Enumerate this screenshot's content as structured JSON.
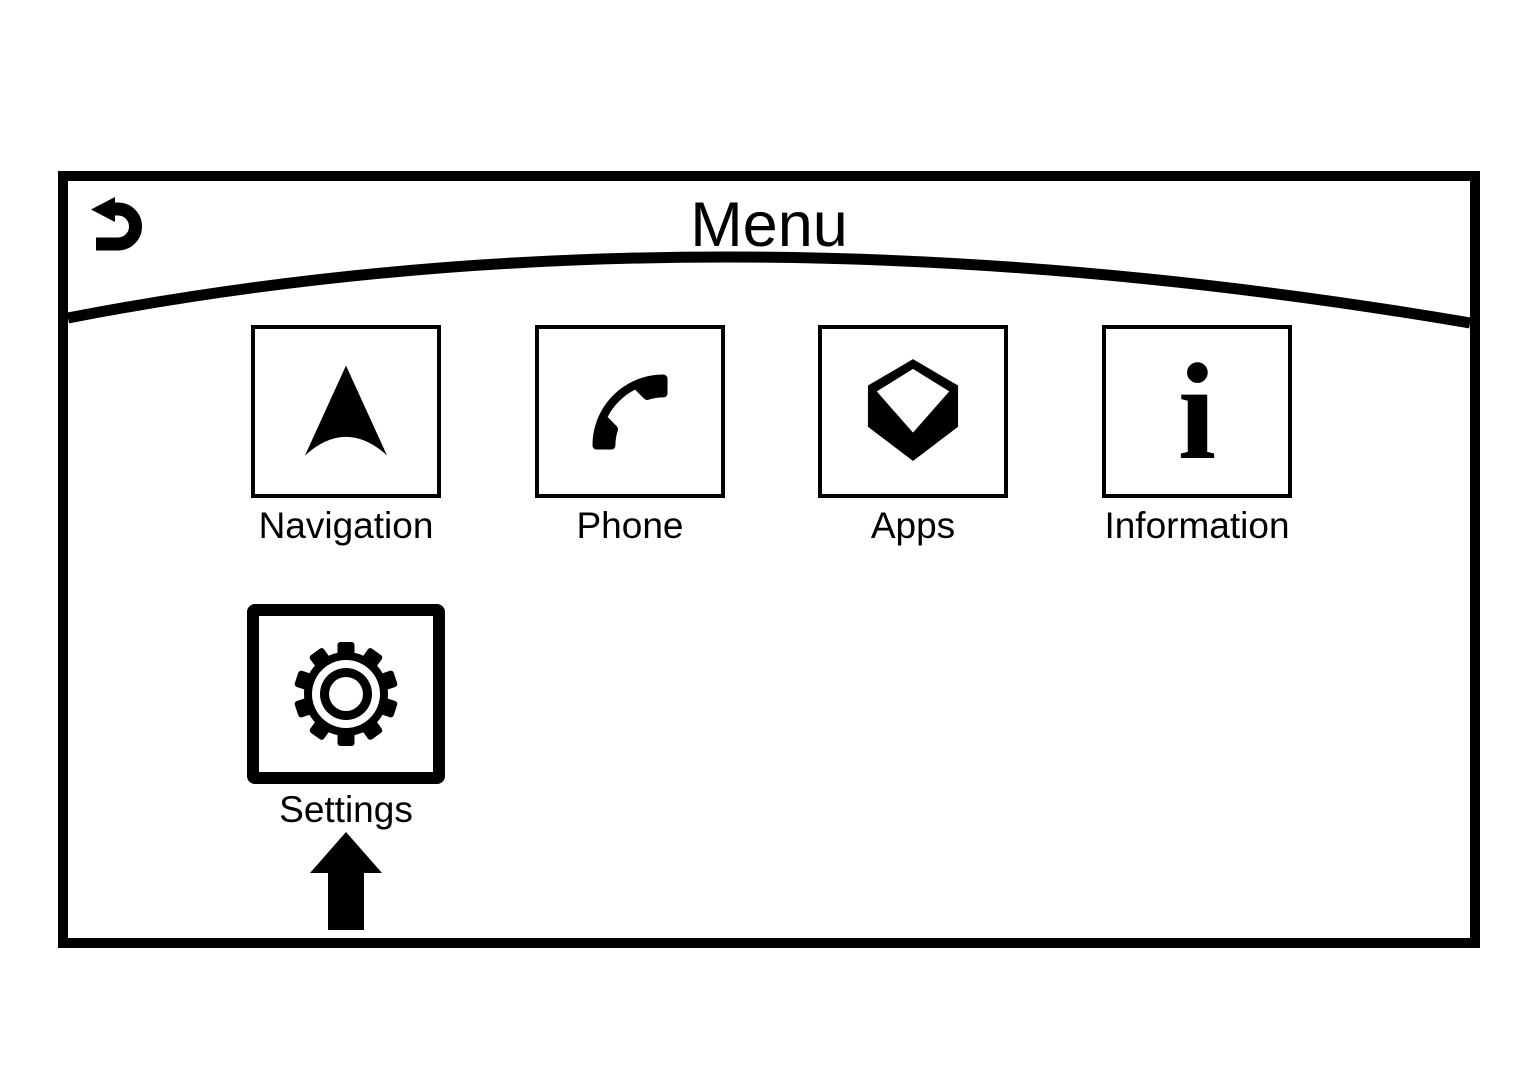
{
  "colors": {
    "ink": "#000000",
    "paper": "#ffffff"
  },
  "screen": {
    "title": "Menu",
    "back_button": {
      "icon": "back-u-turn-arrow"
    }
  },
  "menu_items": [
    {
      "id": "navigation",
      "label": "Navigation",
      "icon": "navigation-arrow-icon",
      "selected": false
    },
    {
      "id": "phone",
      "label": "Phone",
      "icon": "phone-handset-icon",
      "selected": false
    },
    {
      "id": "apps",
      "label": "Apps",
      "icon": "apps-cube-icon",
      "selected": false
    },
    {
      "id": "information",
      "label": "Information",
      "icon": "information-letter-icon",
      "glyph": "i",
      "selected": false
    },
    {
      "id": "settings",
      "label": "Settings",
      "icon": "settings-gear-icon",
      "selected": true
    }
  ],
  "annotation": {
    "type": "callout-arrow",
    "direction": "up",
    "points_at": "Settings"
  }
}
